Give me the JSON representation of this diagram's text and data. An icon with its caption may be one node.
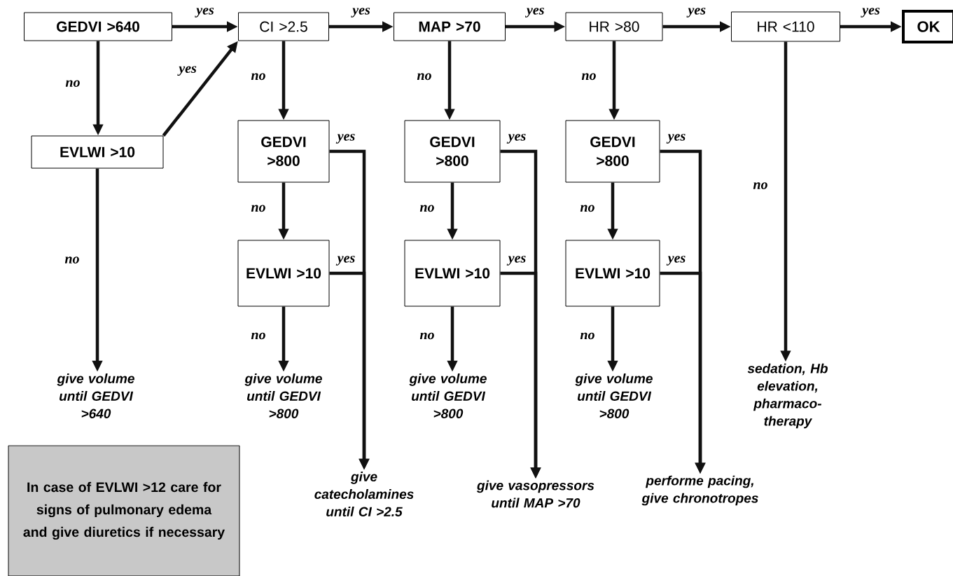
{
  "diagram": {
    "nodes": [
      {
        "text": [
          "GEDVI >640"
        ]
      },
      {
        "text": [
          "CI >2.5"
        ]
      },
      {
        "text": [
          "MAP >70"
        ]
      },
      {
        "text": [
          "HR >80"
        ]
      },
      {
        "text": [
          "HR <110"
        ]
      },
      {
        "text": [
          "OK"
        ]
      },
      {
        "text": [
          "EVLWI >10"
        ]
      },
      {
        "text": [
          "GEDVI >800"
        ]
      },
      {
        "text": [
          "EVLWI >10"
        ]
      },
      {
        "text": [
          "GEDVI >800"
        ]
      },
      {
        "text": [
          "EVLWI >10"
        ]
      },
      {
        "text": [
          "GEDVI >800"
        ]
      },
      {
        "text": [
          "EVLWI >10"
        ]
      },
      {
        "text": [
          "give volume until GEDVI >640"
        ]
      },
      {
        "text": [
          "give volume until GEDVI >800"
        ]
      },
      {
        "text": [
          "give catecholamines until CI >2.5"
        ]
      },
      {
        "text": [
          "give volume until GEDVI >800"
        ]
      },
      {
        "text": [
          "give vasopressors until MAP >70"
        ]
      },
      {
        "text": [
          "give volume until GEDVI >800"
        ]
      },
      {
        "text": [
          "performe pacing, give chronotropes"
        ]
      },
      {
        "text": [
          "sedation, Hb elevation, pharmaco-therapy"
        ]
      },
      {
        "text": [
          "In case of EVLWI >12 care for signs of pulmonary edema and give diuretics if necessary"
        ]
      }
    ],
    "edges": [
      {
        "from": 0,
        "to": 1,
        "arrow": "to",
        "label": "yes"
      },
      {
        "from": 1,
        "to": 2,
        "arrow": "to",
        "label": "yes"
      },
      {
        "from": 2,
        "to": 3,
        "arrow": "to",
        "label": "yes"
      },
      {
        "from": 3,
        "to": 4,
        "arrow": "to",
        "label": "yes"
      },
      {
        "from": 4,
        "to": 5,
        "arrow": "to",
        "label": "yes"
      },
      {
        "from": 0,
        "to": 6,
        "arrow": "to",
        "label": "no"
      },
      {
        "from": 6,
        "to": 1,
        "arrow": "to",
        "label": "yes"
      },
      {
        "from": 6,
        "to": 13,
        "arrow": "to",
        "label": "no"
      },
      {
        "from": 1,
        "to": 7,
        "arrow": "to",
        "label": "no"
      },
      {
        "from": 7,
        "to": 8,
        "arrow": "to",
        "label": "no"
      },
      {
        "from": 8,
        "to": 14,
        "arrow": "to",
        "label": "no"
      },
      {
        "from": 7,
        "to": 15,
        "arrow": "to",
        "label": "yes"
      },
      {
        "from": 8,
        "to": 15,
        "arrow": "to",
        "label": "yes"
      },
      {
        "from": 2,
        "to": 9,
        "arrow": "to",
        "label": "no"
      },
      {
        "from": 9,
        "to": 10,
        "arrow": "to",
        "label": "no"
      },
      {
        "from": 10,
        "to": 16,
        "arrow": "to",
        "label": "no"
      },
      {
        "from": 9,
        "to": 17,
        "arrow": "to",
        "label": "yes"
      },
      {
        "from": 10,
        "to": 17,
        "arrow": "to",
        "label": "yes"
      },
      {
        "from": 3,
        "to": 11,
        "arrow": "to",
        "label": "no"
      },
      {
        "from": 11,
        "to": 12,
        "arrow": "to",
        "label": "no"
      },
      {
        "from": 12,
        "to": 18,
        "arrow": "to",
        "label": "no"
      },
      {
        "from": 11,
        "to": 19,
        "arrow": "to",
        "label": "yes"
      },
      {
        "from": 12,
        "to": 19,
        "arrow": "to",
        "label": "yes"
      },
      {
        "from": 4,
        "to": 20,
        "arrow": "to",
        "label": "no"
      }
    ]
  }
}
